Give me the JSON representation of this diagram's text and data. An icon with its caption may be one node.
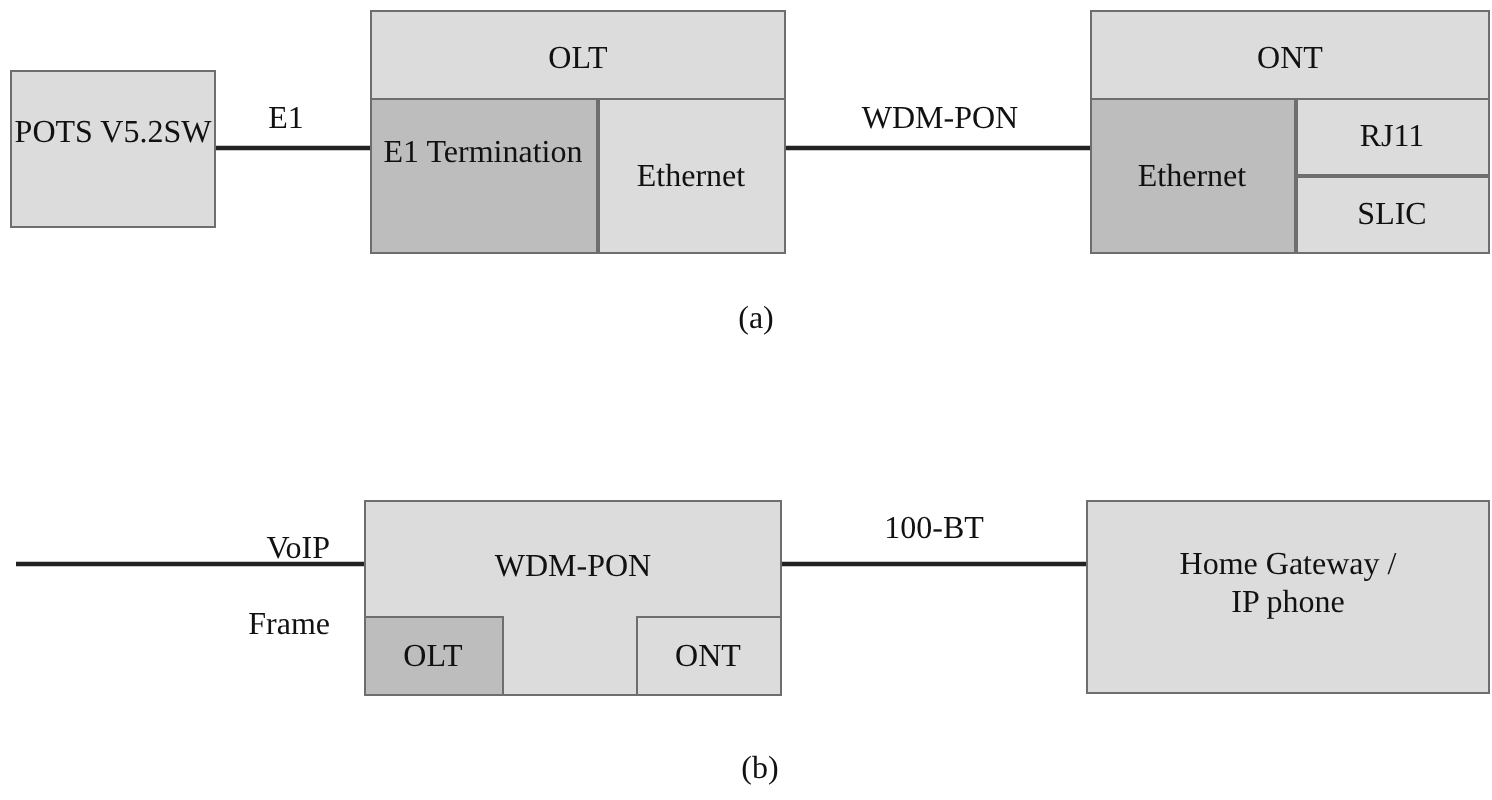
{
  "diagram": {
    "nodes": [
      {
        "text": [
          "POTS V5.2SW"
        ]
      },
      {
        "text": [
          "OLT"
        ]
      },
      {
        "text": [
          "E1 Termination"
        ],
        "in": 1
      },
      {
        "text": [
          "Ethernet"
        ],
        "in": 1
      },
      {
        "text": [
          "ONT"
        ]
      },
      {
        "text": [
          "Ethernet"
        ],
        "in": 4
      },
      {
        "text": [
          "RJ11"
        ],
        "in": 4
      },
      {
        "text": [
          "SLIC"
        ],
        "in": 4
      },
      {
        "text": [
          "WDM-PON"
        ]
      },
      {
        "text": [
          "OLT"
        ],
        "in": 8
      },
      {
        "text": [
          "ONT"
        ],
        "in": 8
      },
      {
        "text": [
          "Home Gateway / IP phone"
        ]
      }
    ],
    "edges": [
      {
        "from": 0,
        "to": 2,
        "arrow": "none",
        "label": "E1"
      },
      {
        "from": 3,
        "to": 5,
        "arrow": "none",
        "label": "WDM-PON"
      },
      {
        "from": null,
        "to": 8,
        "arrow": "none",
        "label": "VoIP Frame"
      },
      {
        "from": 8,
        "to": 11,
        "arrow": "none",
        "label": "100-BT"
      }
    ],
    "labels": [
      "(a)",
      "(b)"
    ]
  }
}
